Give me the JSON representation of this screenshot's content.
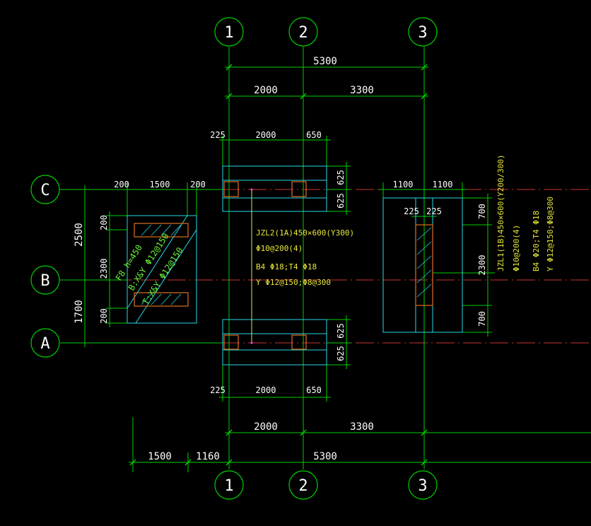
{
  "colors": {
    "background": "#000000",
    "grid": "#00d000",
    "axis_red": "#c83232",
    "outline_cyan": "#27d7e6",
    "rebar_orange": "#e07020",
    "note_yellow": "#e8e83a",
    "note_green": "#6cf23a",
    "text": "#ffffff"
  },
  "axes": {
    "top": [
      "1",
      "2",
      "3"
    ],
    "bottom": [
      "1",
      "2",
      "3"
    ],
    "left": [
      "C",
      "B",
      "A"
    ]
  },
  "dims": {
    "top_total": "5300",
    "top_span1": "2000",
    "top_span2": "3300",
    "upper_225": "225",
    "upper_2000": "2000",
    "upper_650": "650",
    "upper_625a": "625",
    "upper_625b": "625",
    "lower_625a": "625",
    "lower_625b": "625",
    "lower_225": "225",
    "lower_2000": "2000",
    "lower_650": "650",
    "bottom_span1": "2000",
    "bottom_span2": "3300",
    "bottom_1500": "1500",
    "bottom_1160": "1160",
    "bottom_total": "5300",
    "left_2500": "2500",
    "left_1700": "1700",
    "left_200a": "200",
    "left_2300": "2300",
    "left_200b": "200",
    "f8_200a": "200",
    "f8_1500": "1500",
    "f8_200b": "200",
    "right_1100a": "1100",
    "right_1100b": "1100",
    "right_225a": "225",
    "right_225b": "225",
    "right_700a": "700",
    "right_2300": "2300",
    "right_700b": "700"
  },
  "notes": {
    "jzl2_line1": "JZL2(1A)450×600(Y300)",
    "jzl2_line2": "Φ10@200(4)",
    "jzl2_line3": "B4 Φ18;T4 Φ18",
    "jzl2_line4": "Y Φ12@150;Φ8@300",
    "jzl1_line1": "JZL1(1B)450×600(Y200/300)",
    "jzl1_line2": "Φ10@200(4)",
    "jzl1_line3": "B4 Φ20;T4 Φ18",
    "jzl1_line4": "Y Φ12@150;Φ8@300",
    "f8_line1": "F8 h=450",
    "f8_line2": "B:X&Y Φ12@150",
    "f8_line3": "T:X&Y Φ12@150"
  }
}
